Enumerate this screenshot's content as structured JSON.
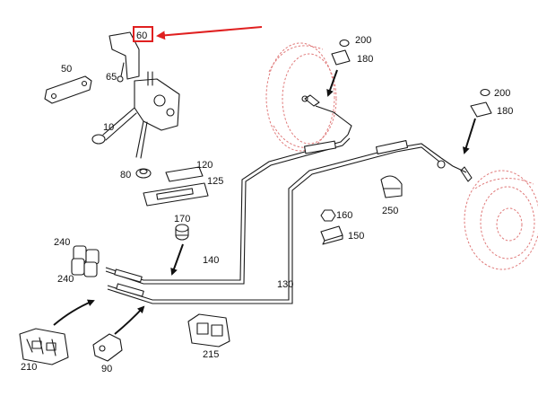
{
  "colors": {
    "drum_outline": "#e07a7a",
    "highlight": "#e02020",
    "ink": "#1a1a1a"
  },
  "parts": {
    "p10": "10",
    "p50": "50",
    "p60": "60",
    "p65": "65",
    "p80": "80",
    "p90": "90",
    "p120": "120",
    "p125": "125",
    "p130": "130",
    "p140": "140",
    "p150": "150",
    "p160": "160",
    "p170": "170",
    "p180a": "180",
    "p180b": "180",
    "p200a": "200",
    "p200b": "200",
    "p210": "210",
    "p215": "215",
    "p240a": "240",
    "p240b": "240",
    "p250": "250"
  },
  "highlighted_part": "60"
}
